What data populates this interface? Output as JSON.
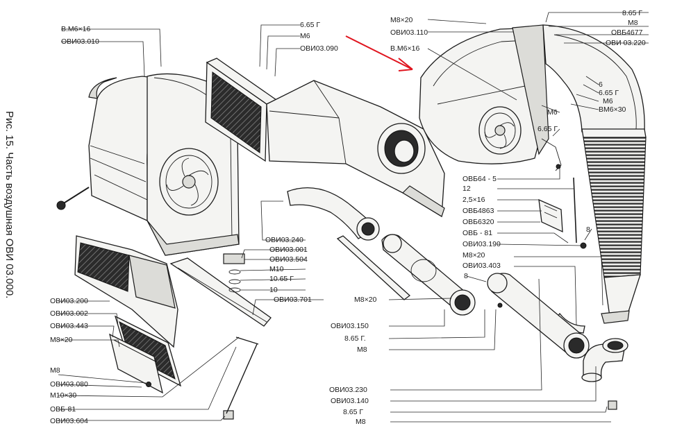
{
  "caption": "Рис. 15. Часть воздушная ОВИ 03.000.",
  "labels": {
    "l_vm6x16_a": "В.М6×16",
    "l_ovi03010": "ОВИ03.010",
    "l_665g_a": "6.65 Г",
    "l_m6_a": "М6",
    "l_ovi03090": "ОВИ03.090",
    "l_m8x20_a": "М8×20",
    "l_ovi03110": "ОВИ03.110",
    "l_vm6x16_b": "В.М6×16",
    "l_865g_a": "8.65 Г",
    "l_m8_a": "М8",
    "l_ovb4677": "ОВБ4677",
    "l_ovi03220": "ОВИ 03.220",
    "l_6": "6",
    "l_665g_b": "6.65 Г",
    "l_m6_b": "М6",
    "l_vm6x30": "ВМ6×30",
    "l_m6_c": "М6",
    "l_665g_c": "6.65 Г",
    "l_ovb64_5": "ОВБ64 - 5",
    "l_12": "12",
    "l_25x16": "2,5×16",
    "l_ovb4863": "ОВБ4863",
    "l_ovb6320": "ОВБ6320",
    "l_ovb81_a": "ОВБ - 81",
    "l_8_a": "8",
    "l_ovi03190": "ОВИ03.190",
    "l_m8x20_b": "М8×20",
    "l_ovi03403": "ОВИ03.403",
    "l_ovi03240": "ОВИ03.240",
    "l_ovi03001": "ОВИ03.001",
    "l_ovi03504": "ОВИ03.504",
    "l_m10": "М10",
    "l_1065g": "10.65 Г",
    "l_10": "10",
    "l_ovi03701": "ОВИ03.701",
    "l_8_b": "8",
    "l_m8x20_c": "М8×20",
    "l_ovi03150": "ОВИ03.150",
    "l_865g_b": "8.65 Г.",
    "l_m8_b": "М8",
    "l_ovi03200": "ОВИ03.200",
    "l_ovi03002": "ОВИ03.002",
    "l_ovi03443": "ОВИ03.443",
    "l_m8x20_d": "М8×20",
    "l_m8_c": "М8",
    "l_ovi03080": "ОВИ03.080",
    "l_m10x30": "М10×30",
    "l_ovb81_b": "ОВБ-81",
    "l_ovi03604": "ОВИ03.604",
    "l_ovi03230": "ОВИ03.230",
    "l_ovi03140": "ОВИ03.140",
    "l_865g_c": "8.65 Г",
    "l_m8_d": "М8"
  },
  "colors": {
    "ink": "#1a1a1a",
    "paper": "#ffffff",
    "arrow": "#e0141e"
  }
}
